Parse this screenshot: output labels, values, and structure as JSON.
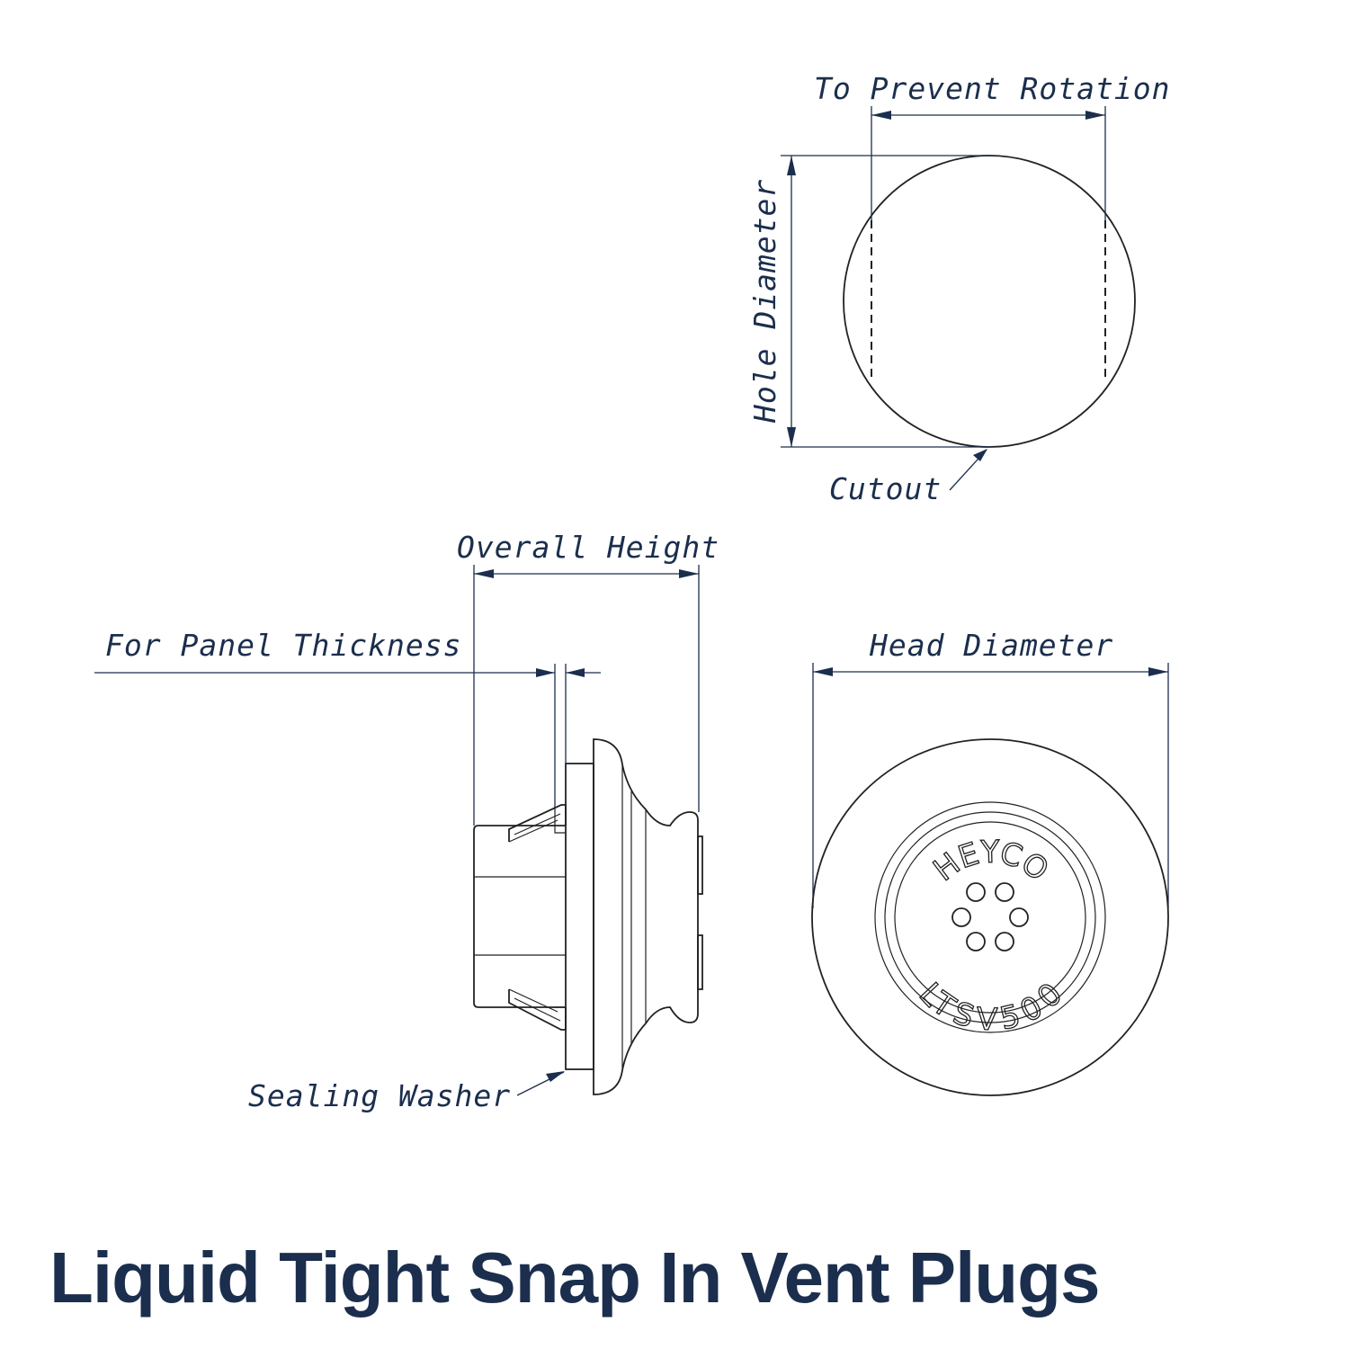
{
  "title": "Liquid Tight Snap In Vent Plugs",
  "labels": {
    "rotation": "To Prevent Rotation",
    "hole_diameter": "Hole Diameter",
    "cutout": "Cutout",
    "overall_height": "Overall Height",
    "panel_thickness": "For Panel Thickness",
    "head_diameter": "Head Diameter",
    "sealing_washer": "Sealing Washer"
  },
  "emboss": {
    "brand": "HEYCO",
    "model": "LTSV500"
  },
  "colors": {
    "text": "#1b2e4d",
    "lines": "#222222"
  }
}
